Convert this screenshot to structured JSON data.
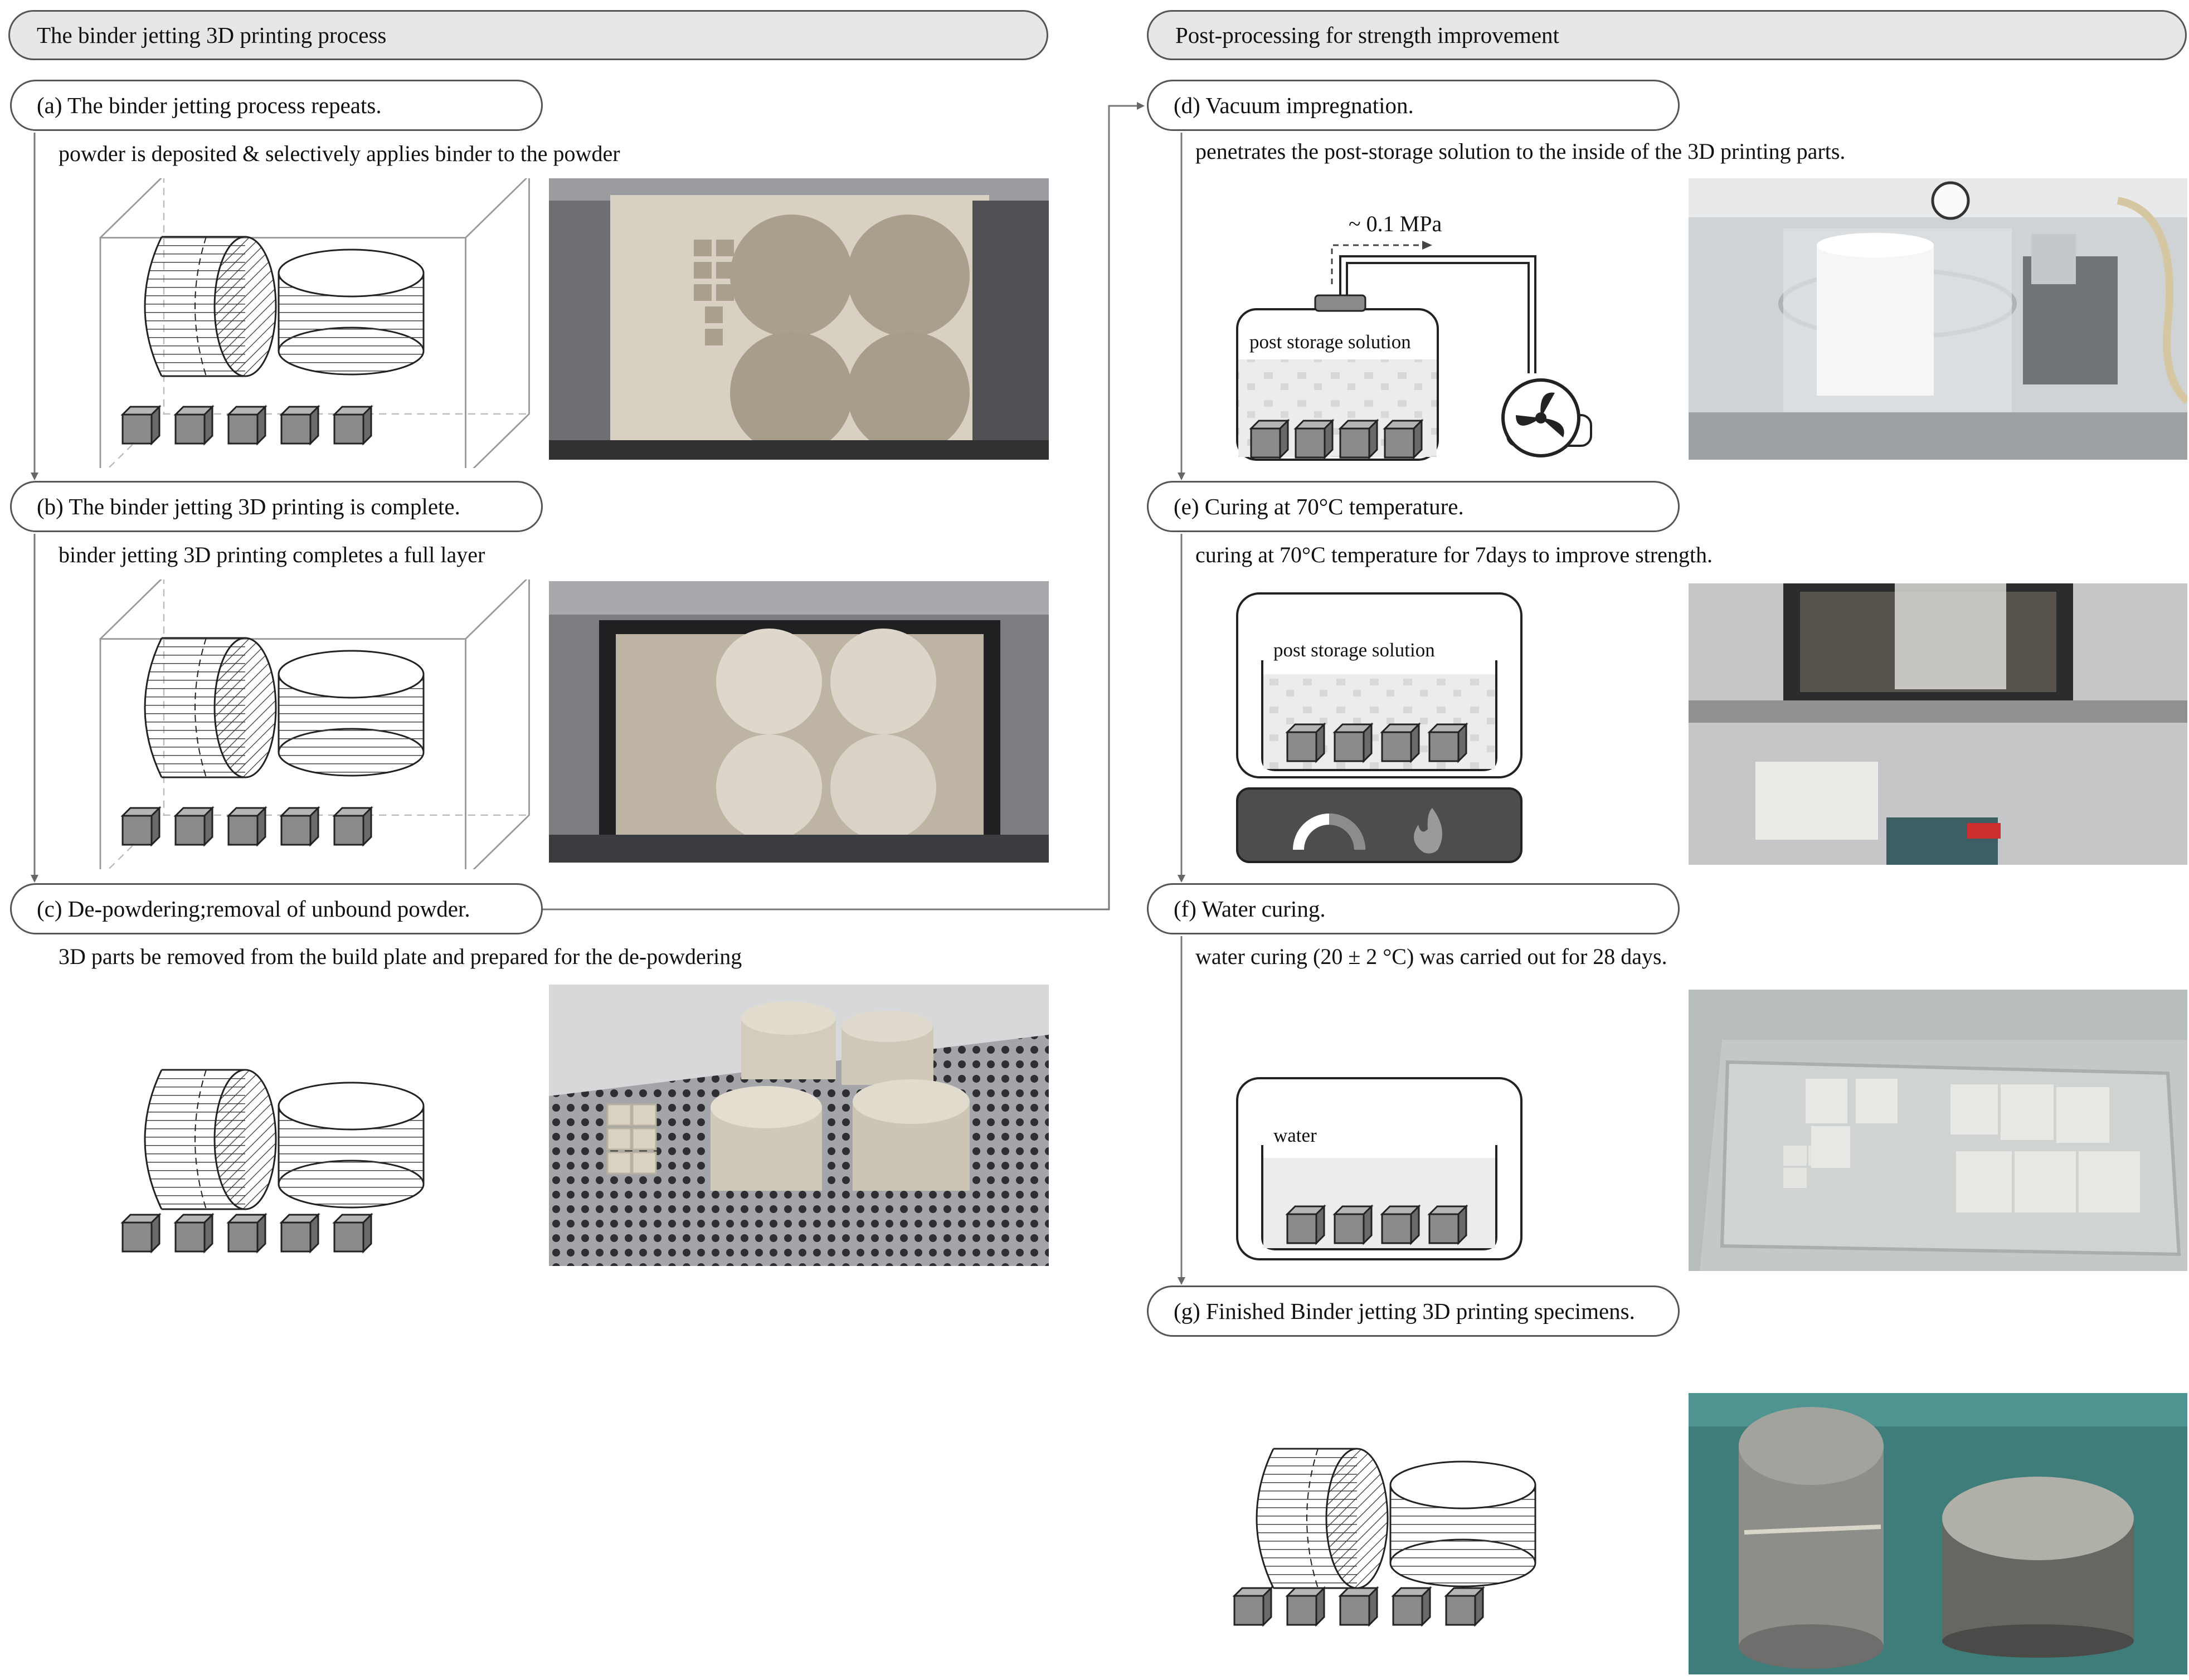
{
  "headers": {
    "left": "The binder jetting 3D printing process",
    "right": "Post-processing for strength improvement"
  },
  "steps": {
    "a": {
      "title": "(a) The binder jetting process repeats.",
      "desc": "powder is deposited & selectively applies binder to the powder"
    },
    "b": {
      "title": "(b) The binder jetting 3D printing is complete.",
      "desc": "binder jetting 3D printing completes a full layer"
    },
    "c": {
      "title": "(c) De-powdering;removal of unbound powder.",
      "desc": "3D parts be removed from the build plate and prepared for the de-powdering"
    },
    "d": {
      "title": "(d) Vacuum impregnation.",
      "desc": "penetrates the post-storage solution to the inside of the 3D printing parts."
    },
    "e": {
      "title": "(e) Curing at 70°C temperature.",
      "desc": "curing at 70°C temperature for 7days to improve strength."
    },
    "f": {
      "title": "(f) Water curing.",
      "desc": "water curing (20 ± 2 °C) was carried out for 28 days."
    },
    "g": {
      "title": "(g) Finished Binder jetting 3D printing specimens.",
      "desc": ""
    }
  },
  "diagram_labels": {
    "pressure": "~ 0.1 MPa",
    "solution_d": "post storage solution",
    "solution_e": "post storage solution",
    "water": "water"
  }
}
